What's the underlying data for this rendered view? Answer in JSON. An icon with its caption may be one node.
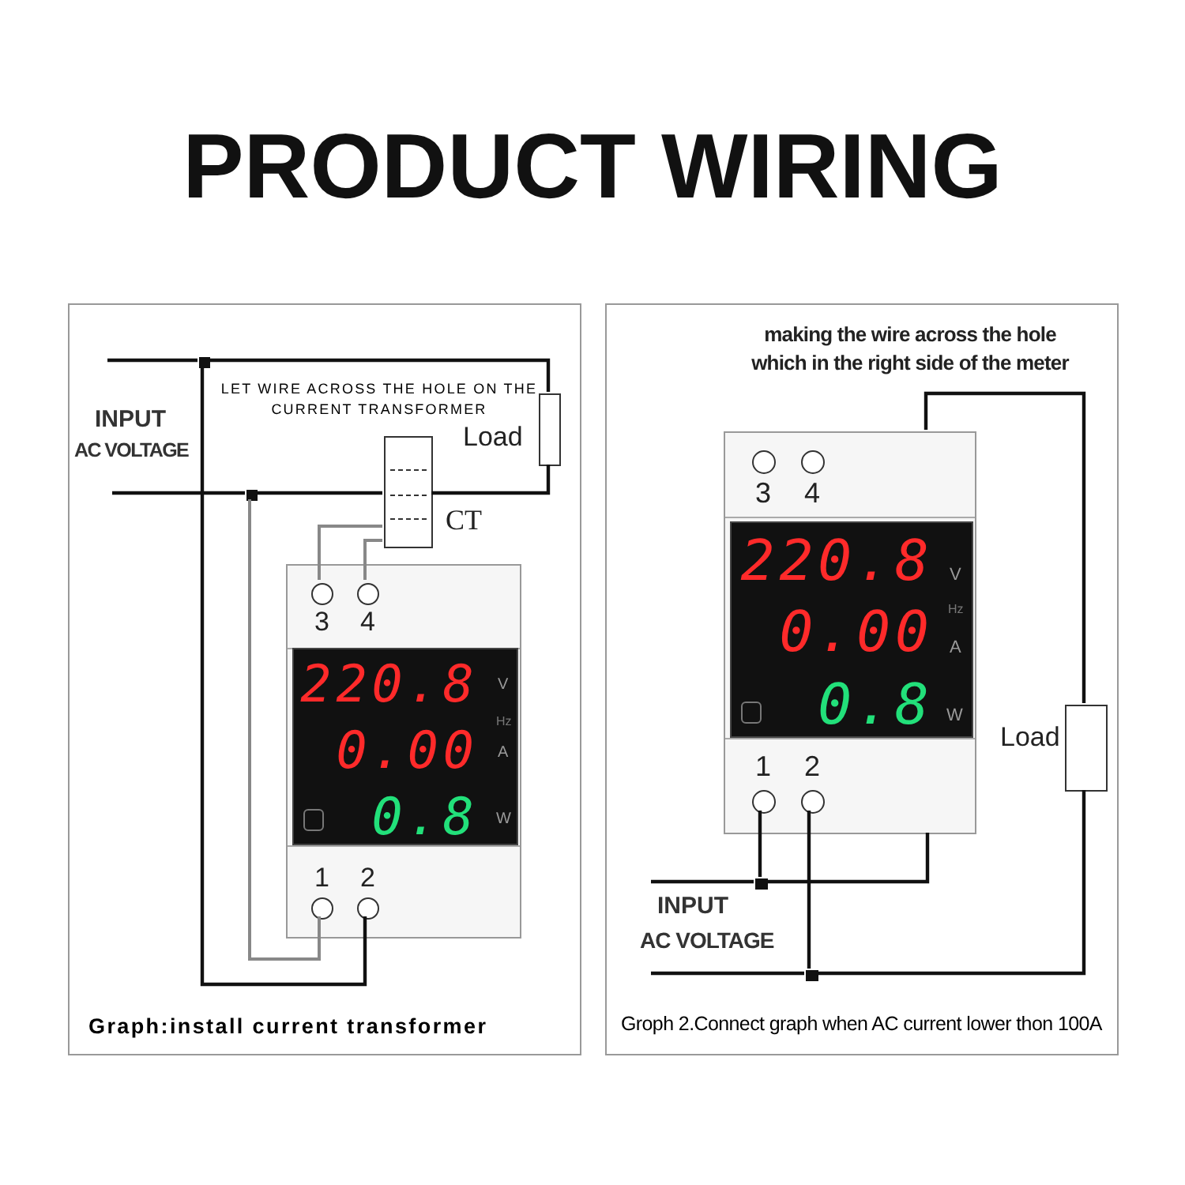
{
  "diagram": {
    "title": "PRODUCT WIRING",
    "nodes": [
      {
        "text": [
          "Graph:install current transformer"
        ]
      },
      {
        "text": [],
        "shape": "box",
        "in": 0
      },
      {
        "text": [],
        "shape": "box",
        "beside": [
          "Load"
        ],
        "in": 0
      },
      {
        "text": [],
        "shape": "box",
        "in": 0
      },
      {
        "text": [],
        "shape": "box",
        "beside": [
          "CT"
        ],
        "in": 0
      },
      {
        "text": [],
        "shape": "box",
        "in": 0
      },
      {
        "text": [],
        "shape": "circle",
        "beside": [
          "3"
        ],
        "in": 5
      },
      {
        "text": [],
        "shape": "circle",
        "beside": [
          "4"
        ],
        "in": 5
      },
      {
        "text": [
          "220.8",
          "0.00",
          "0.8"
        ],
        "in": 5
      },
      {
        "text": [],
        "shape": "circle",
        "beside": [
          "1"
        ],
        "in": 5
      },
      {
        "text": [],
        "shape": "circle",
        "beside": [
          "2"
        ],
        "in": 5
      },
      {
        "text": [
          "Groph 2.Connect graph when AC current lower thon 100A"
        ]
      },
      {
        "text": [],
        "shape": "box",
        "in": 11
      },
      {
        "text": [],
        "shape": "circle",
        "beside": [
          "3"
        ],
        "in": 12
      },
      {
        "text": [],
        "shape": "circle",
        "beside": [
          "4"
        ],
        "in": 12
      },
      {
        "text": [
          "220.8",
          "0.00",
          "0.8"
        ],
        "in": 12
      },
      {
        "text": [],
        "shape": "circle",
        "beside": [
          "1"
        ],
        "in": 12
      },
      {
        "text": [],
        "shape": "circle",
        "beside": [
          "2"
        ],
        "in": 12
      },
      {
        "text": [],
        "shape": "box",
        "beside": [
          "Load"
        ],
        "in": 11
      },
      {
        "text": [],
        "shape": "box",
        "in": 11
      },
      {
        "text": [],
        "shape": "box",
        "in": 11
      }
    ],
    "edges": [
      {
        "from": null,
        "to": 1,
        "arrow": "none"
      },
      {
        "from": 1,
        "to": 2,
        "arrow": "none"
      },
      {
        "from": null,
        "to": 3,
        "arrow": "none"
      },
      {
        "from": 3,
        "to": 4,
        "arrow": "none"
      },
      {
        "from": 4,
        "to": 2,
        "arrow": "none"
      },
      {
        "from": 4,
        "to": 6,
        "arrow": "none",
        "color": "#888888"
      },
      {
        "from": 4,
        "to": 7,
        "arrow": "none",
        "color": "#888888"
      },
      {
        "from": 9,
        "to": 3,
        "arrow": "none",
        "color": "#888888"
      },
      {
        "from": 10,
        "to": 1,
        "arrow": "none"
      },
      {
        "from": null,
        "to": 19,
        "arrow": "none"
      },
      {
        "from": 19,
        "to": 12,
        "arrow": "none"
      },
      {
        "from": 12,
        "to": 18,
        "arrow": "none"
      },
      {
        "from": null,
        "to": 20,
        "arrow": "none"
      },
      {
        "from": 20,
        "to": 18,
        "arrow": "none"
      },
      {
        "from": 16,
        "to": 19,
        "arrow": "none"
      },
      {
        "from": 17,
        "to": 20,
        "arrow": "none"
      }
    ],
    "labels": [
      "LET WIRE ACROSS THE HOLE ON THE CURRENT TRANSFORMER",
      "INPUT",
      "AC VOLTAGE",
      "V",
      "Hz",
      "A",
      "W",
      "making the wire across the hole which in the right side of the meter",
      "V",
      "Hz",
      "A",
      "W",
      "INPUT",
      "AC VOLTAGE"
    ]
  }
}
